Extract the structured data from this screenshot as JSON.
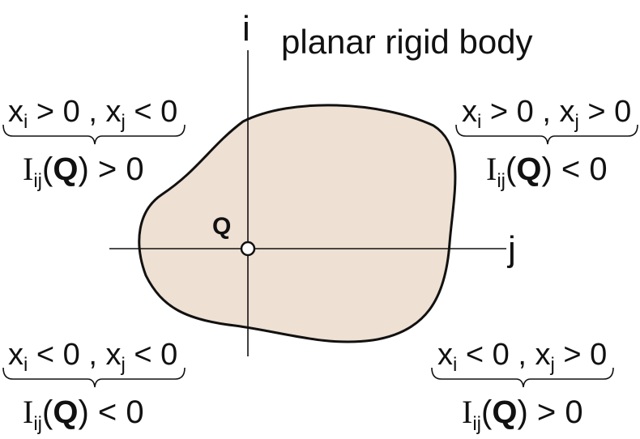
{
  "title": "planar rigid body",
  "axes": {
    "vertical_label": "i",
    "horizontal_label": "j"
  },
  "point": {
    "label": "Q"
  },
  "colors": {
    "body_fill": "#eee0d2",
    "stroke": "#111111",
    "background": "#ffffff"
  },
  "quadrants": {
    "top_left": {
      "x_i": "x",
      "sub_i": "i",
      "cond_i": " > 0 , ",
      "x_j": "x",
      "sub_j": "j",
      "cond_j": " < 0",
      "I": "I",
      "I_sub": "ij",
      "paren_open": "(",
      "Q": "Q",
      "paren_close": ")",
      "sign": " > 0"
    },
    "top_right": {
      "x_i": "x",
      "sub_i": "i",
      "cond_i": " > 0 , ",
      "x_j": "x",
      "sub_j": "j",
      "cond_j": " > 0",
      "I": "I",
      "I_sub": "ij",
      "paren_open": "(",
      "Q": "Q",
      "paren_close": ")",
      "sign": " < 0"
    },
    "bottom_left": {
      "x_i": "x",
      "sub_i": "i",
      "cond_i": " < 0 , ",
      "x_j": "x",
      "sub_j": "j",
      "cond_j": " < 0",
      "I": "I",
      "I_sub": "ij",
      "paren_open": "(",
      "Q": "Q",
      "paren_close": ")",
      "sign": " < 0"
    },
    "bottom_right": {
      "x_i": "x",
      "sub_i": "i",
      "cond_i": " < 0 , ",
      "x_j": "x",
      "sub_j": "j",
      "cond_j": " > 0",
      "I": "I",
      "I_sub": "ij",
      "paren_open": "(",
      "Q": "Q",
      "paren_close": ")",
      "sign": " > 0"
    }
  }
}
